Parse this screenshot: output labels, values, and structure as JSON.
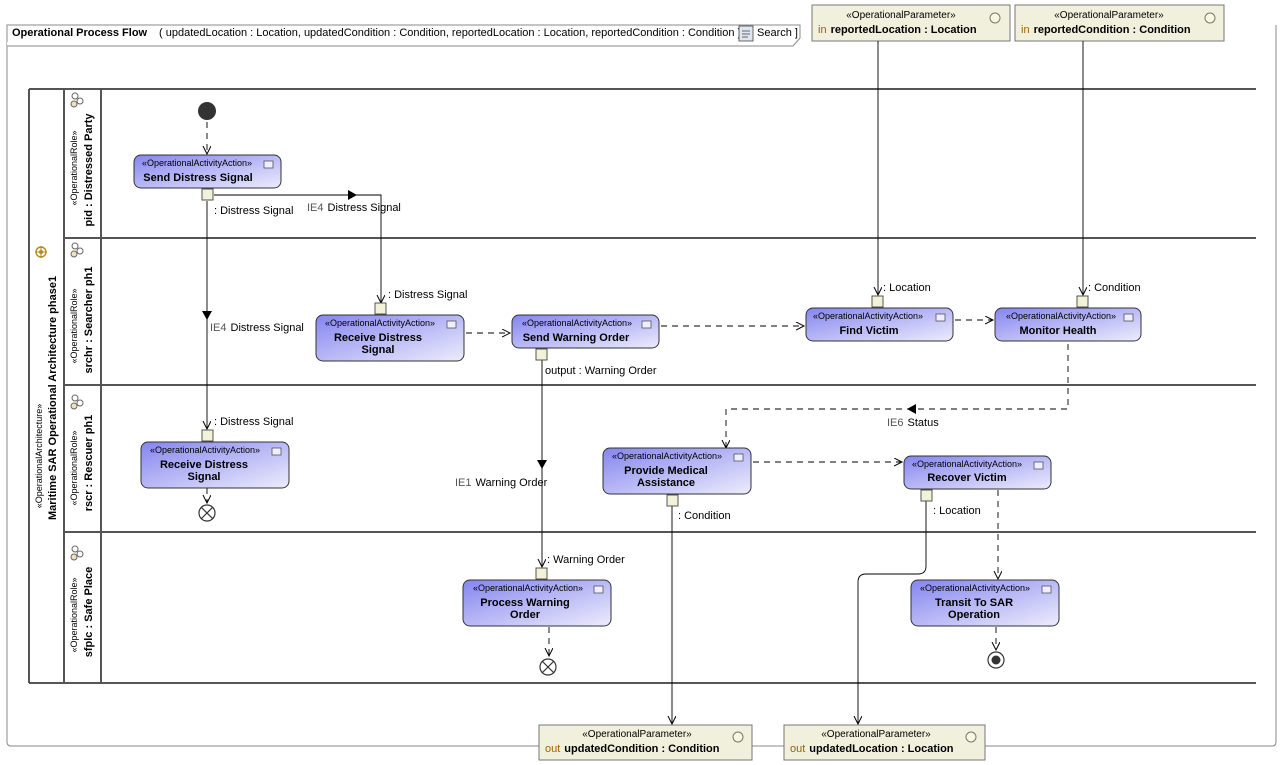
{
  "frame": {
    "title": "Operational Process Flow",
    "signature": "( updatedLocation : Location, updatedCondition : Condition, reportedLocation : Location, reportedCondition : Condition ) [",
    "search_label": "Search ]"
  },
  "architecture": {
    "stereotype": "«OperationalArchitecture»",
    "name": "Maritime SAR Operational Architecture phase1"
  },
  "lanes": [
    {
      "stereotype": "«OperationalRole»",
      "name": "pid : Distressed Party"
    },
    {
      "stereotype": "«OperationalRole»",
      "name": "srchr : Searcher ph1"
    },
    {
      "stereotype": "«OperationalRole»",
      "name": "rscr : Rescuer ph1"
    },
    {
      "stereotype": "«OperationalRole»",
      "name": "sfplc : Safe Place"
    }
  ],
  "parameters": [
    {
      "stereotype": "«OperationalParameter»",
      "direction": "in",
      "name": "reportedLocation : Location"
    },
    {
      "stereotype": "«OperationalParameter»",
      "direction": "in",
      "name": "reportedCondition : Condition"
    },
    {
      "stereotype": "«OperationalParameter»",
      "direction": "out",
      "name": "updatedCondition : Condition"
    },
    {
      "stereotype": "«OperationalParameter»",
      "direction": "out",
      "name": "updatedLocation : Location"
    }
  ],
  "actions": [
    {
      "stereotype": "«OperationalActivityAction»",
      "line1": "Send Distress Signal",
      "line2": ""
    },
    {
      "stereotype": "«OperationalActivityAction»",
      "line1": "Receive Distress",
      "line2": "Signal"
    },
    {
      "stereotype": "«OperationalActivityAction»",
      "line1": "Send Warning Order",
      "line2": ""
    },
    {
      "stereotype": "«OperationalActivityAction»",
      "line1": "Find Victim",
      "line2": ""
    },
    {
      "stereotype": "«OperationalActivityAction»",
      "line1": "Monitor Health",
      "line2": ""
    },
    {
      "stereotype": "«OperationalActivityAction»",
      "line1": "Receive Distress",
      "line2": "Signal"
    },
    {
      "stereotype": "«OperationalActivityAction»",
      "line1": "Provide Medical",
      "line2": "Assistance"
    },
    {
      "stereotype": "«OperationalActivityAction»",
      "line1": "Recover Victim",
      "line2": ""
    },
    {
      "stereotype": "«OperationalActivityAction»",
      "line1": "Process Warning",
      "line2": "Order"
    },
    {
      "stereotype": "«OperationalActivityAction»",
      "line1": "Transit To SAR",
      "line2": "Operation"
    }
  ],
  "pin_labels": {
    "distress_out": ": Distress Signal",
    "srchr_distress_in": ": Distress Signal",
    "rscr_distress_in": ": Distress Signal",
    "warning_out": "output : Warning Order",
    "warning_in": ": Warning Order",
    "location_in": ": Location",
    "condition_in": ": Condition",
    "condition_out": ": Condition",
    "location_out": ": Location"
  },
  "flow_labels": {
    "ie4_a_id": "IE4",
    "ie4_a_text": "Distress Signal",
    "ie4_b_id": "IE4",
    "ie4_b_text": "Distress Signal",
    "ie1_id": "IE1",
    "ie1_text": "Warning Order",
    "ie6_id": "IE6",
    "ie6_text": "Status"
  },
  "colors": {
    "action_fill_top": "#8585f0",
    "action_fill_bottom": "#ececfc",
    "parameter_fill": "#f0f0dc",
    "lane_line": "#555555"
  }
}
